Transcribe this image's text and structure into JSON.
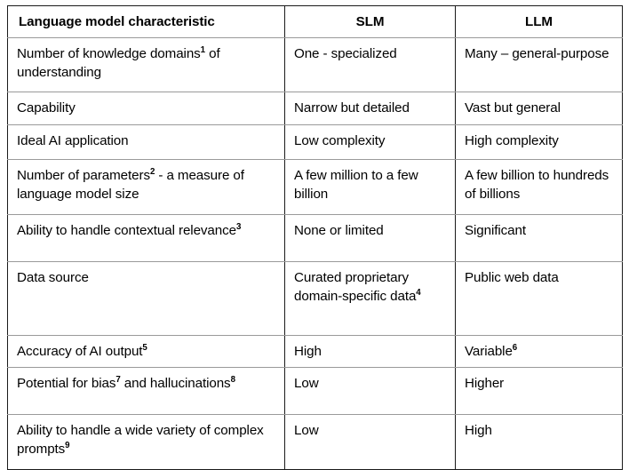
{
  "table": {
    "headers": [
      "Language model characteristic",
      "SLM",
      "LLM"
    ],
    "rows": [
      {
        "characteristic": "Number of knowledge domains",
        "characteristic_sup": "1",
        "characteristic_tail": " of understanding",
        "slm": "One - specialized",
        "slm_sup": "",
        "slm_tail": "",
        "llm": "Many – general-purpose",
        "llm_sup": "",
        "llm_tail": ""
      },
      {
        "characteristic": "Capability",
        "characteristic_sup": "",
        "characteristic_tail": "",
        "slm": "Narrow but detailed",
        "slm_sup": "",
        "slm_tail": "",
        "llm": "Vast but general",
        "llm_sup": "",
        "llm_tail": ""
      },
      {
        "characteristic": "Ideal AI application",
        "characteristic_sup": "",
        "characteristic_tail": "",
        "slm": "Low complexity",
        "slm_sup": "",
        "slm_tail": "",
        "llm": "High complexity",
        "llm_sup": "",
        "llm_tail": ""
      },
      {
        "characteristic": "Number of parameters",
        "characteristic_sup": "2",
        "characteristic_tail": " - a measure of language model size",
        "slm": "A few million to a few billion",
        "slm_sup": "",
        "slm_tail": "",
        "llm": "A few billion to hundreds of billions",
        "llm_sup": "",
        "llm_tail": ""
      },
      {
        "characteristic": "Ability to handle contextual relevance",
        "characteristic_sup": "3",
        "characteristic_tail": "",
        "slm": "None or limited",
        "slm_sup": "",
        "slm_tail": "",
        "llm": "Significant",
        "llm_sup": "",
        "llm_tail": ""
      },
      {
        "characteristic": "Data source",
        "characteristic_sup": "",
        "characteristic_tail": "",
        "slm": "Curated proprietary domain-specific data",
        "slm_sup": "4",
        "slm_tail": "",
        "llm": "Public web data",
        "llm_sup": "",
        "llm_tail": ""
      },
      {
        "characteristic": "Accuracy of AI output",
        "characteristic_sup": "5",
        "characteristic_tail": "",
        "slm": "High",
        "slm_sup": "",
        "slm_tail": "",
        "llm": "Variable",
        "llm_sup": "6",
        "llm_tail": ""
      },
      {
        "characteristic": "Potential for bias",
        "characteristic_sup": "7",
        "characteristic_tail": " and hallucinations",
        "characteristic_sup2": "8",
        "slm": "Low",
        "slm_sup": "",
        "slm_tail": "",
        "llm": "Higher",
        "llm_sup": "",
        "llm_tail": ""
      },
      {
        "characteristic": "Ability to handle a wide variety of complex prompts",
        "characteristic_sup": "9",
        "characteristic_tail": "",
        "slm": "Low",
        "slm_sup": "",
        "slm_tail": "",
        "llm": "High",
        "llm_sup": "",
        "llm_tail": ""
      }
    ]
  },
  "colors": {
    "outer_border": "#1a1a1a",
    "column_rule": "#1a1a1a",
    "row_rule": "#9a9a9a",
    "header_rule": "#7d7d7d",
    "text": "#000000",
    "background": "#ffffff"
  }
}
